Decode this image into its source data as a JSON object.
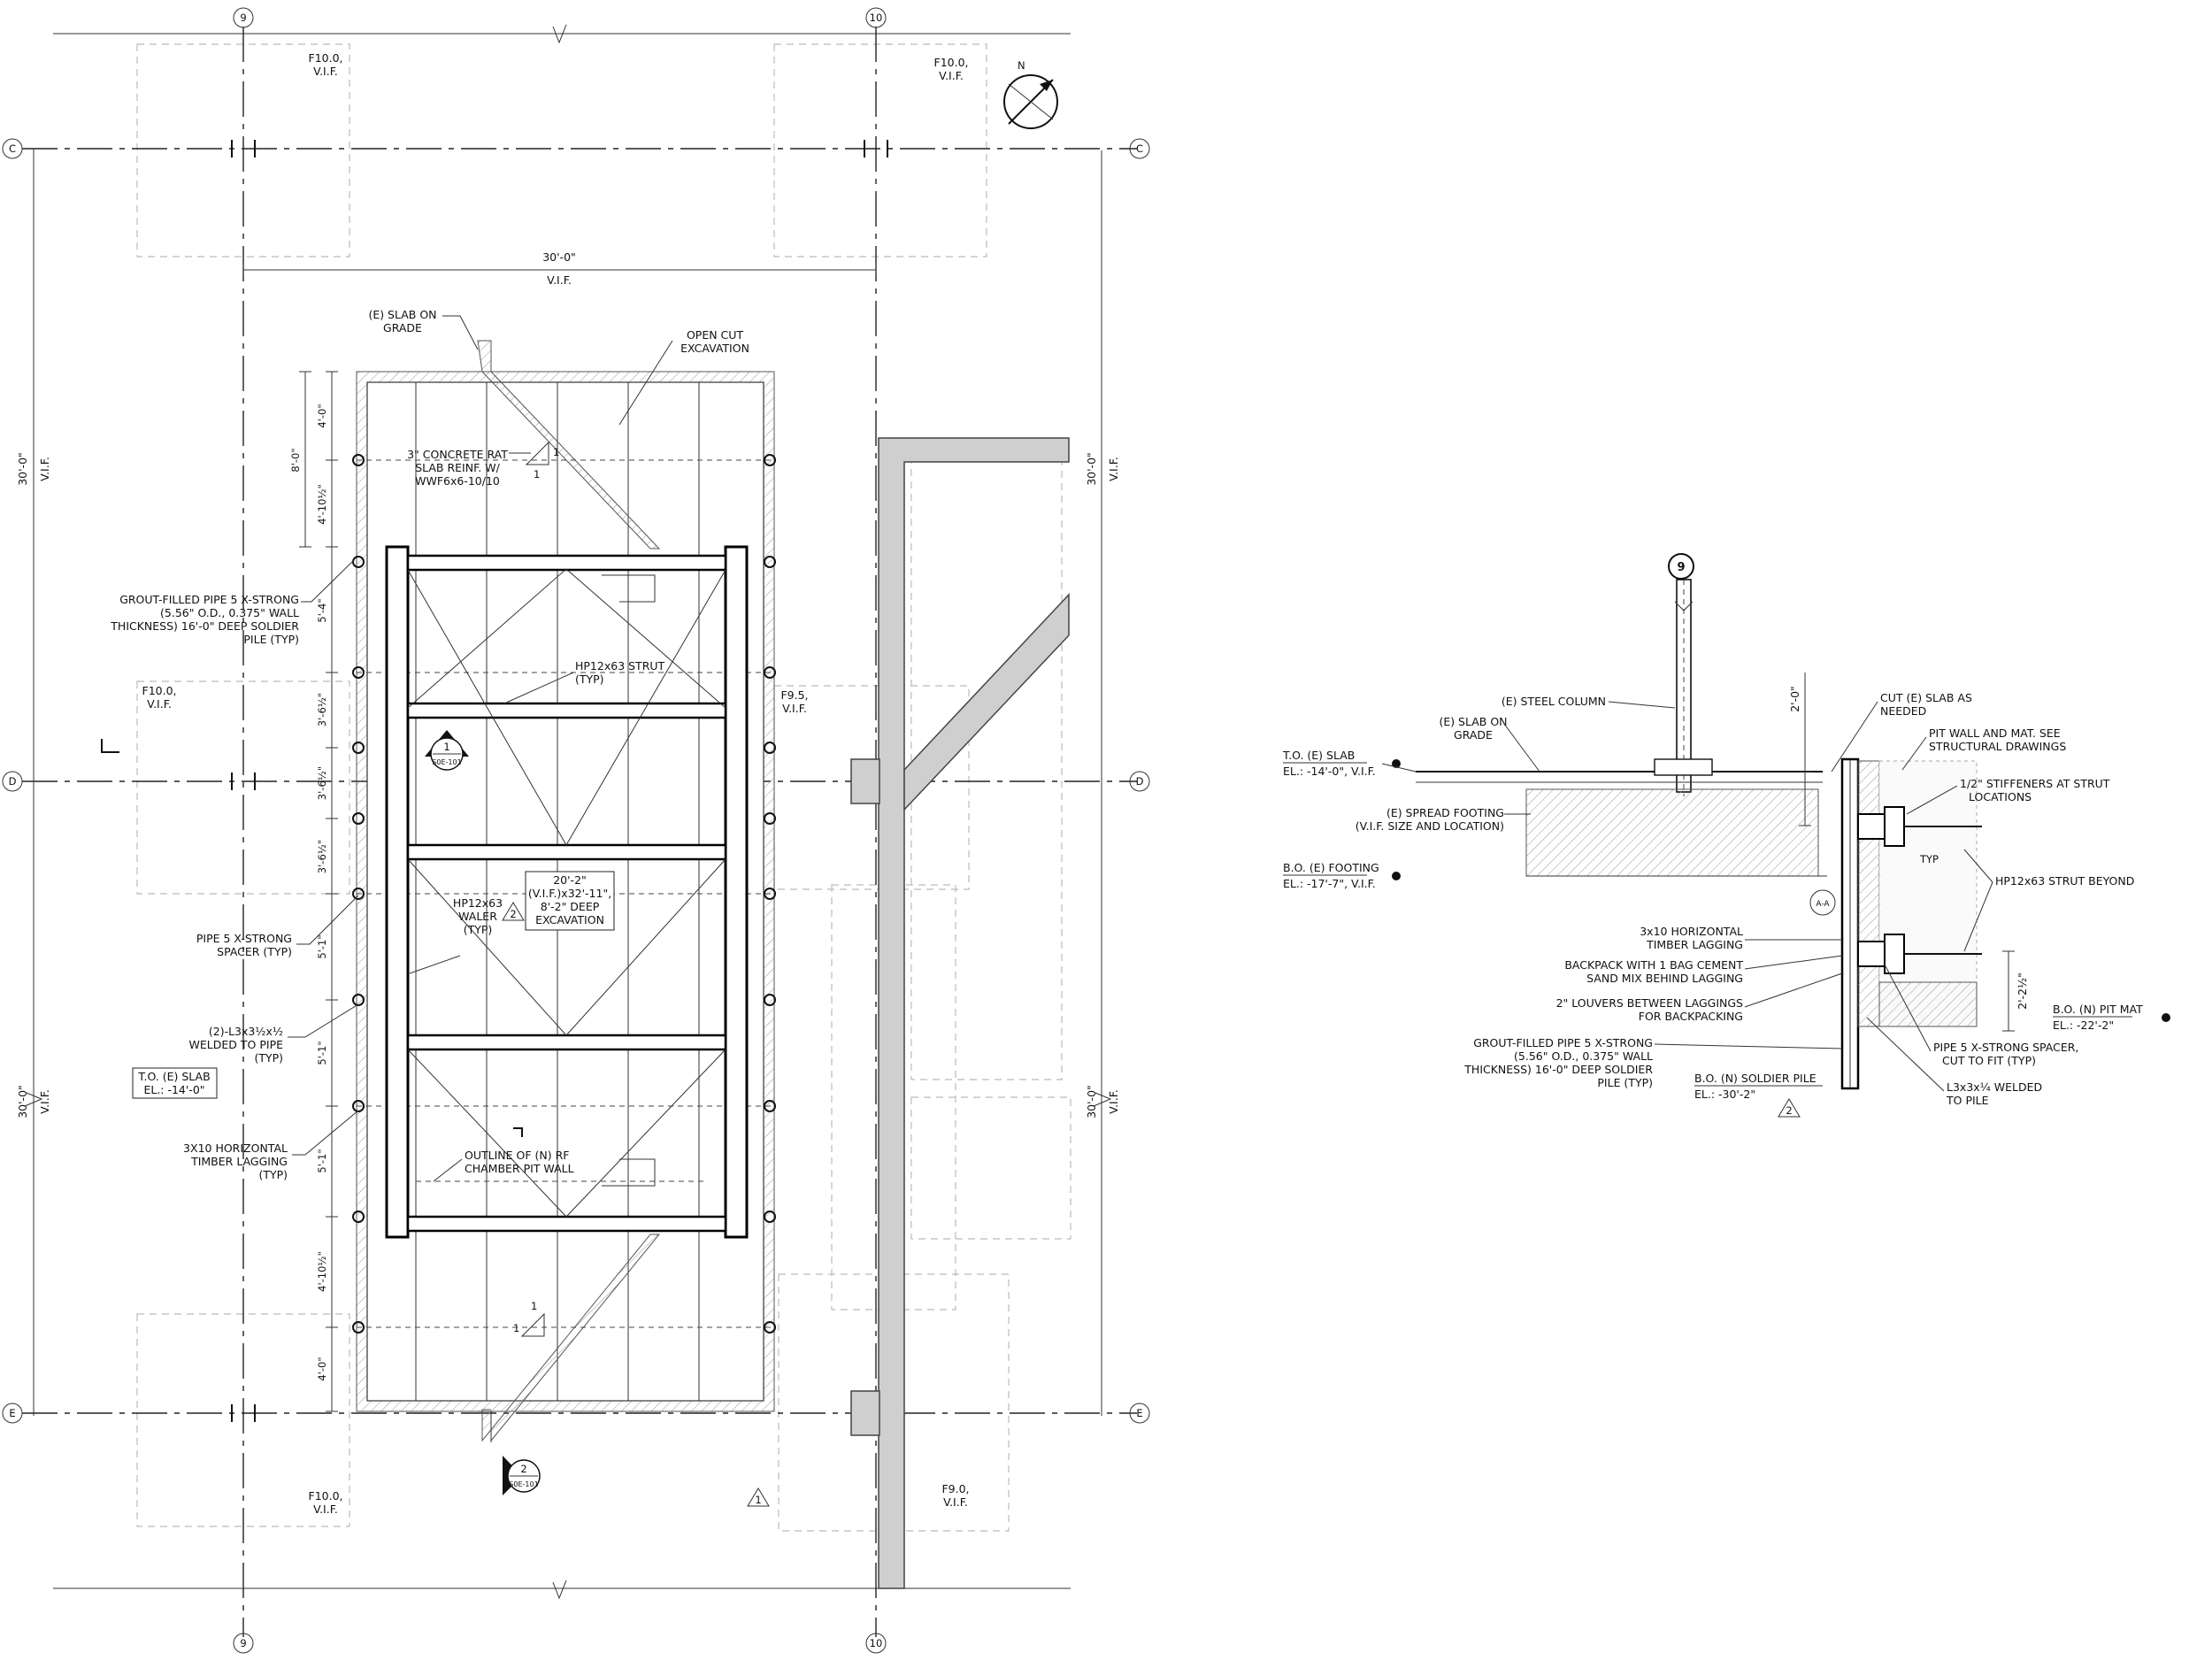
{
  "plan": {
    "grid_columns": [
      "9",
      "10"
    ],
    "grid_rows": [
      "C",
      "D",
      "E"
    ],
    "dim_top": "30'-0\"",
    "dim_top_note": "V.I.F.",
    "dim_left_upper": "30'-0\"",
    "dim_left_upper_note": "V.I.F.",
    "dim_left_lower": "30'-0\"",
    "dim_left_lower_note": "V.I.F.",
    "dim_right_upper": "30'-0\"",
    "dim_right_upper_note": "V.I.F.",
    "dim_right_lower": "30'-0\"",
    "dim_right_lower_note": "V.I.F.",
    "footings": {
      "top_left": [
        "F10.0,",
        "V.I.F."
      ],
      "top_right": [
        "F10.0,",
        "V.I.F."
      ],
      "mid_left": [
        "F10.0,",
        "V.I.F."
      ],
      "mid_right": [
        "F9.5,",
        "V.I.F."
      ],
      "bottom_left": [
        "F10.0,",
        "V.I.F."
      ],
      "bottom_right": [
        "F9.0,",
        "V.I.F."
      ]
    },
    "vertical_dims": [
      "4'-0\"",
      "8'-0\"",
      "4'-10½\"",
      "5'-4\"",
      "3'-6½\"",
      "3'-6½\"",
      "3'-6½\"",
      "5'-1\"",
      "5'-1\"",
      "5'-1\"",
      "4'-10½\"",
      "4'-0\""
    ],
    "callouts": {
      "slab_on_grade": [
        "(E) SLAB ON",
        "GRADE"
      ],
      "open_cut": [
        "OPEN CUT",
        "EXCAVATION"
      ],
      "concrete_rat_slab": [
        "3\" CONCRETE RAT",
        "SLAB REINF. W/",
        "WWF6x6-10/10"
      ],
      "slope_top": [
        "1",
        "1"
      ],
      "slope_bottom": [
        "1",
        "1"
      ],
      "grout_pipe": [
        "GROUT-FILLED PIPE 5 X-STRONG",
        "(5.56\" O.D., 0.375\" WALL",
        "THICKNESS) 16'-0\" DEEP SOLDIER",
        "PILE (TYP)"
      ],
      "strut": [
        "HP12x63 STRUT",
        "(TYP)"
      ],
      "waler": [
        "HP12x63",
        "WALER",
        "(TYP)"
      ],
      "spacer": [
        "PIPE 5 X-STRONG",
        "SPACER (TYP)"
      ],
      "angles": [
        "(2)-L3x3½x½",
        "WELDED TO PIPE",
        "(TYP)"
      ],
      "to_slab": [
        "T.O. (E) SLAB",
        "EL.: -14'-0\""
      ],
      "lagging": [
        "3X10 HORIZONTAL",
        "TIMBER LAGGING",
        "(TYP)"
      ],
      "outline_pit": [
        "OUTLINE OF (N) RF",
        "CHAMBER PIT WALL"
      ],
      "excavation_box": [
        "20'-2\"",
        "(V.I.F.)x32'-11\",",
        "8'-2\" DEEP",
        "EXCAVATION"
      ],
      "rev_mark": "2",
      "rev_mark_bottom": "1"
    },
    "section_marks": {
      "upper": {
        "num": "1",
        "sheet": "S0E-101"
      },
      "lower": {
        "num": "2",
        "sheet": "S0E-101"
      }
    }
  },
  "section": {
    "grid_bubble": "9",
    "steel_column": "(E) STEEL COLUMN",
    "slab_on_grade": [
      "(E) SLAB ON",
      "GRADE"
    ],
    "to_slab": [
      "T.O. (E) SLAB",
      "EL.: -14'-0\", V.I.F."
    ],
    "spread_footing": [
      "(E) SPREAD FOOTING",
      "(V.I.F. SIZE AND LOCATION)"
    ],
    "bo_footing": [
      "B.O. (E) FOOTING",
      "EL.: -17'-7\", V.I.F."
    ],
    "dim_2ft": "2'-0\"",
    "dim_2_2": "2'-2½\"",
    "cut_slab": [
      "CUT (E) SLAB AS",
      "NEEDED"
    ],
    "pit_wall": [
      "PIT WALL AND MAT. SEE",
      "STRUCTURAL DRAWINGS"
    ],
    "stiffeners": [
      "1/2\" STIFFENERS AT STRUT",
      "LOCATIONS"
    ],
    "typ": "TYP",
    "strut_beyond": "HP12x63 STRUT BEYOND",
    "section_tag": "A-A",
    "lagging": [
      "3x10 HORIZONTAL",
      "TIMBER LAGGING"
    ],
    "backpack": [
      "BACKPACK WITH 1 BAG CEMENT",
      "SAND MIX BEHIND LAGGING"
    ],
    "louvers": [
      "2\" LOUVERS BETWEEN LAGGINGS",
      "FOR BACKPACKING"
    ],
    "grout_pipe": [
      "GROUT-FILLED PIPE 5 X-STRONG",
      "(5.56\" O.D., 0.375\" WALL",
      "THICKNESS) 16'-0\" DEEP SOLDIER",
      "PILE (TYP)"
    ],
    "bo_pile": [
      "B.O. (N) SOLDIER PILE",
      "EL.: -30'-2\""
    ],
    "rev_mark": "2",
    "pipe_spacer": [
      "PIPE 5 X-STRONG SPACER,",
      "CUT TO FIT (TYP)"
    ],
    "angle_pile": [
      "L3x3x¼ WELDED",
      "TO PILE"
    ],
    "bo_pit_mat": [
      "B.O. (N) PIT MAT",
      "EL.: -22'-2\""
    ]
  },
  "colors": {
    "line": "#111111",
    "wall_fill": "#cfcfcf",
    "background": "#ffffff"
  }
}
